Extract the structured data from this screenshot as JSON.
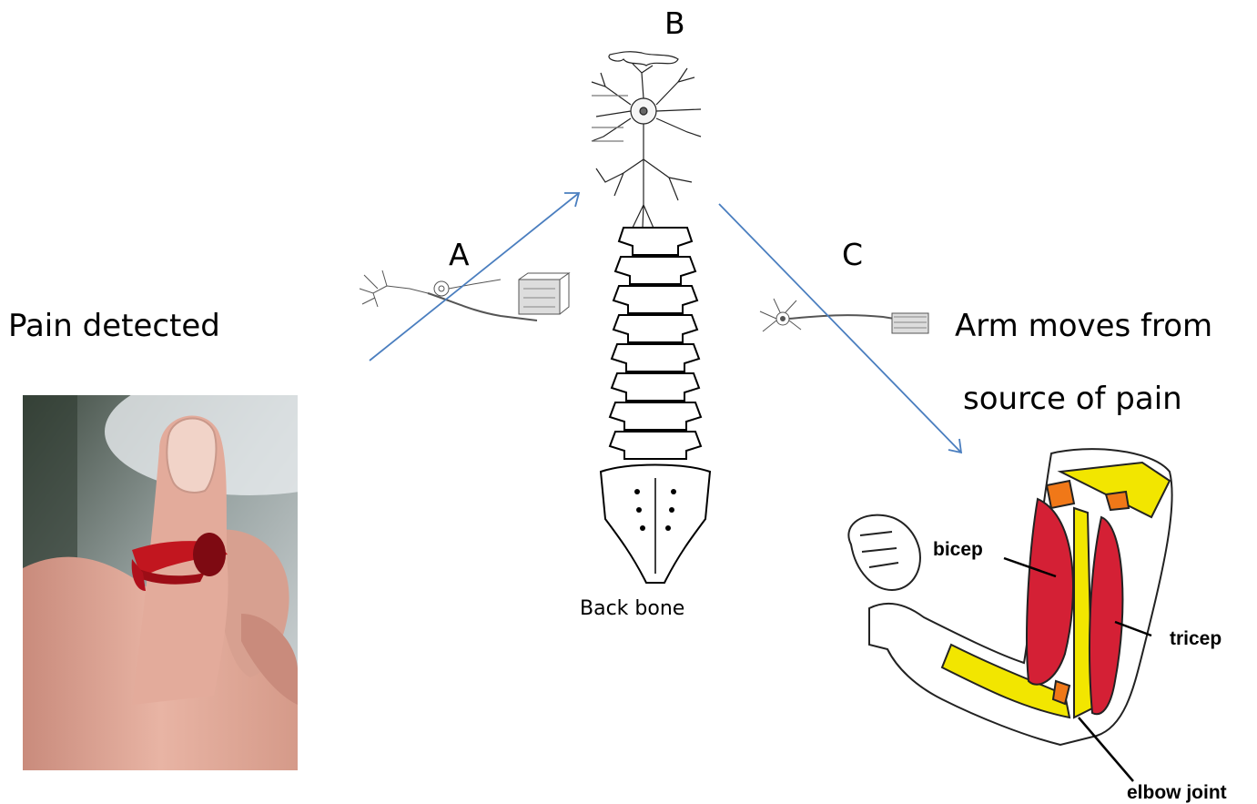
{
  "labels": {
    "pain_detected": "Pain detected",
    "letter_a": "A",
    "letter_b": "B",
    "letter_c": "C",
    "arm_moves_line1": "Arm moves from",
    "arm_moves_line2": "source of pain",
    "back_bone": "Back bone",
    "bicep": "bicep",
    "tricep": "tricep",
    "elbow_joint": "elbow joint"
  },
  "colors": {
    "arrow": "#4a7ebf",
    "muscle": "#d42035",
    "bone": "#f2e600",
    "blood": "#b0101c",
    "skin": "#e8b4a4"
  }
}
